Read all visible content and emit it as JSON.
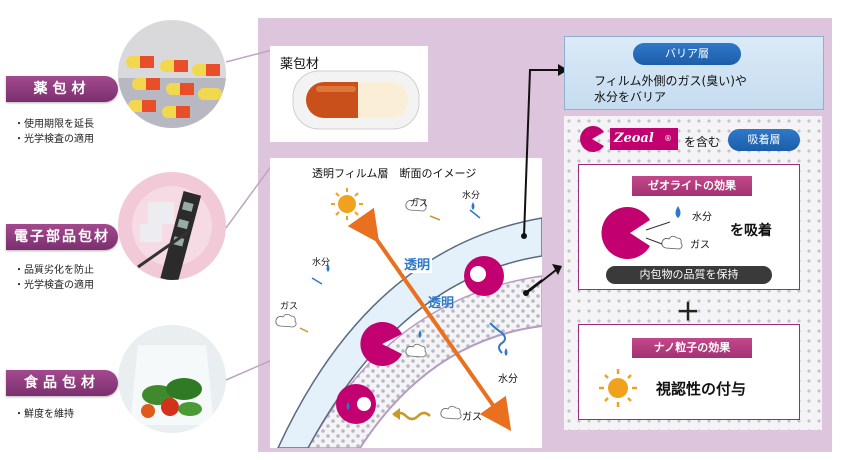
{
  "categories": [
    {
      "label": "薬包材",
      "bullets": [
        "・使用期限を延長",
        "・光学検査の適用"
      ]
    },
    {
      "label": "電子部品包材",
      "bullets": [
        "・品質劣化を防止",
        "・光学検査の適用"
      ]
    },
    {
      "label": "食品包材",
      "bullets": [
        "・鮮度を維持"
      ]
    }
  ],
  "capsule_box": {
    "label": "薬包材"
  },
  "cross_section": {
    "title": "透明フィルム層　断面のイメージ",
    "transparent_label_1": "透明",
    "transparent_label_2": "透明",
    "gas": "ガス",
    "water": "水分"
  },
  "barrier": {
    "badge": "バリア層",
    "line1": "フィルム外側のガス(臭い)や",
    "line2": "水分をバリア"
  },
  "adsorption": {
    "brand": "Zeoal",
    "brand_mark": "®",
    "contains": "を含む",
    "badge": "吸着層",
    "zeolite_badge": "ゼオライトの効果",
    "water": "水分",
    "gas": "ガス",
    "adsorb": "を吸着",
    "quality": "内包物の品質を保持",
    "plus": "＋",
    "nano_badge": "ナノ粒子の効果",
    "visibility": "視認性の付与"
  },
  "colors": {
    "purple_bg": "#ddc6dd",
    "pill": "#8a3a7c",
    "blue": "#2f78c9",
    "magenta": "#c2006f",
    "orange": "#e8701e"
  }
}
